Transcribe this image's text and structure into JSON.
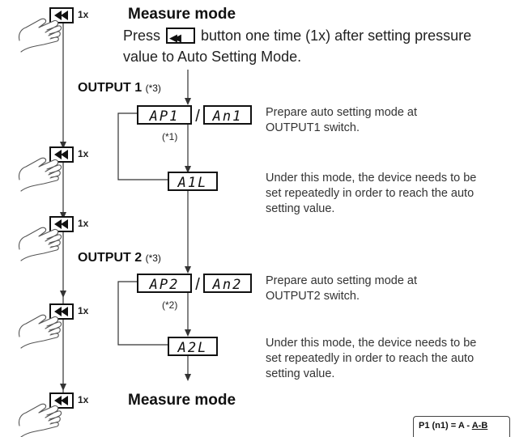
{
  "header": {
    "title": "Measure mode",
    "instruction_before": "Press ",
    "instruction_after": " button one time (1x) after setting pressure",
    "instruction_line2": "value to Auto Setting Mode."
  },
  "press_labels": [
    "1x",
    "1x",
    "1x",
    "1x",
    "1x"
  ],
  "output1": {
    "label": "OUTPUT 1",
    "note": "(*3)",
    "display_a": "AP1",
    "display_b": "An1",
    "footnote": "(*1)",
    "display_l": "A1L",
    "desc_prepare": "Prepare auto setting mode at OUTPUT1 switch.",
    "desc_repeat": "Under this mode, the device needs to be set repeatedly in order to reach the auto setting value."
  },
  "output2": {
    "label": "OUTPUT 2",
    "note": "(*3)",
    "display_a": "AP2",
    "display_b": "An2",
    "footnote": "(*2)",
    "display_l": "A2L",
    "desc_prepare": "Prepare auto setting mode at OUTPUT2 switch.",
    "desc_repeat": "Under this mode, the device needs to be set repeatedly in order to reach the auto setting value."
  },
  "separator": "/",
  "footer": {
    "title": "Measure mode",
    "formula_left": "P1 (n1)",
    "formula_mid": "= A -",
    "formula_frac": "A-B"
  }
}
